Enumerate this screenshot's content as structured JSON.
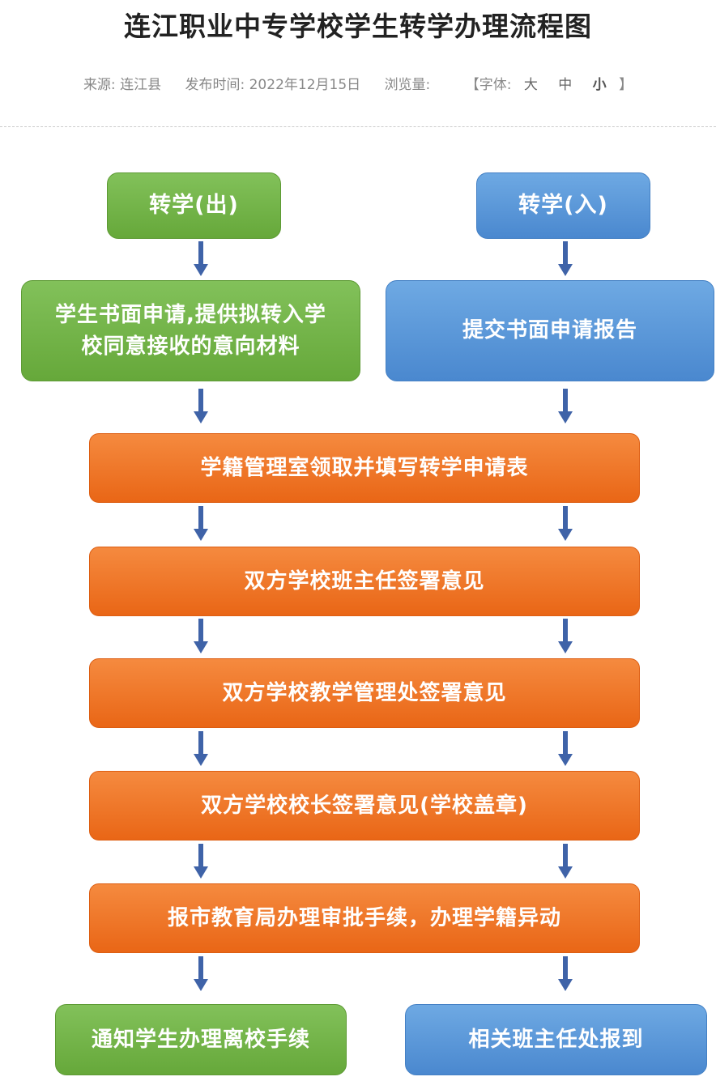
{
  "header": {
    "title": "连江职业中专学校学生转学办理流程图",
    "source_label": "来源: 连江县",
    "publish_label": "发布时间: 2022年12月15日",
    "views_label": "浏览量:",
    "font_open": "【字体:",
    "font_large": "大",
    "font_medium": "中",
    "font_small": "小",
    "font_close": "】"
  },
  "flow": {
    "out_start": "转学(出)",
    "in_start": "转学(入)",
    "out_step1": "学生书面申请,提供拟转入学校同意接收的意向材料",
    "in_step1": "提交书面申请报告",
    "common": [
      "学籍管理室领取并填写转学申请表",
      "双方学校班主任签署意见",
      "双方学校教学管理处签署意见",
      "双方学校校长签署意见(学校盖章)",
      "报市教育局办理审批手续，办理学籍异动"
    ],
    "out_end": "通知学生办理离校手续",
    "in_end": "相关班主任处报到"
  },
  "colors": {
    "green": "#6aac3e",
    "blue": "#4f8fd6",
    "orange": "#ee7020",
    "arrow": "#3f63a8"
  }
}
